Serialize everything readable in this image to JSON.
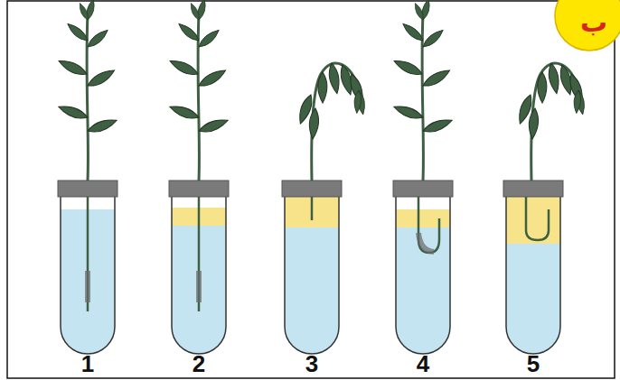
{
  "diagram": {
    "labels": [
      "ب",
      "1",
      "2",
      "3",
      "4",
      "5"
    ]
  }
}
